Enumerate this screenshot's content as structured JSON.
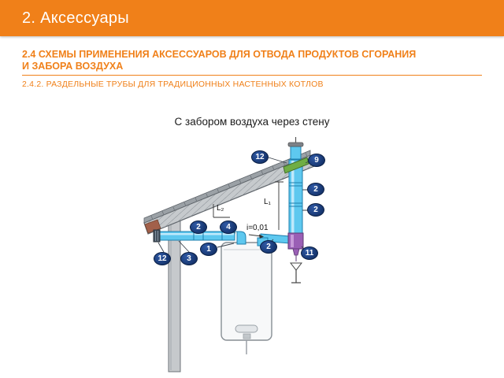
{
  "colors": {
    "accent_orange": "#F08019",
    "badge_navy": "#16356E",
    "pipe_cyan": "#5EC8EF",
    "terminal_green": "#6FAE44",
    "condensate_purple": "#9A5FB5",
    "roof_gray": "#C6CACD"
  },
  "header": {
    "title": "2. Аксессуары"
  },
  "section": {
    "title_line1": "2.4 СХЕМЫ ПРИМЕНЕНИЯ АКСЕССУАРОВ ДЛЯ ОТВОДА ПРОДУКТОВ СГОРАНИЯ",
    "title_line2": "И ЗАБОРА ВОЗДУХА",
    "subsection_title": "2.4.2. РАЗДЕЛЬНЫЕ ТРУБЫ ДЛЯ ТРАДИЦИОННЫХ НАСТЕННЫХ КОТЛОВ"
  },
  "diagram": {
    "title": "С забором воздуха через стену",
    "labels": {
      "slope": "i=0,01",
      "l1": "L₁",
      "l2": "L₂"
    },
    "badges": [
      "12",
      "9",
      "2",
      "2",
      "2",
      "4",
      "1",
      "2",
      "12",
      "3",
      "11"
    ]
  }
}
